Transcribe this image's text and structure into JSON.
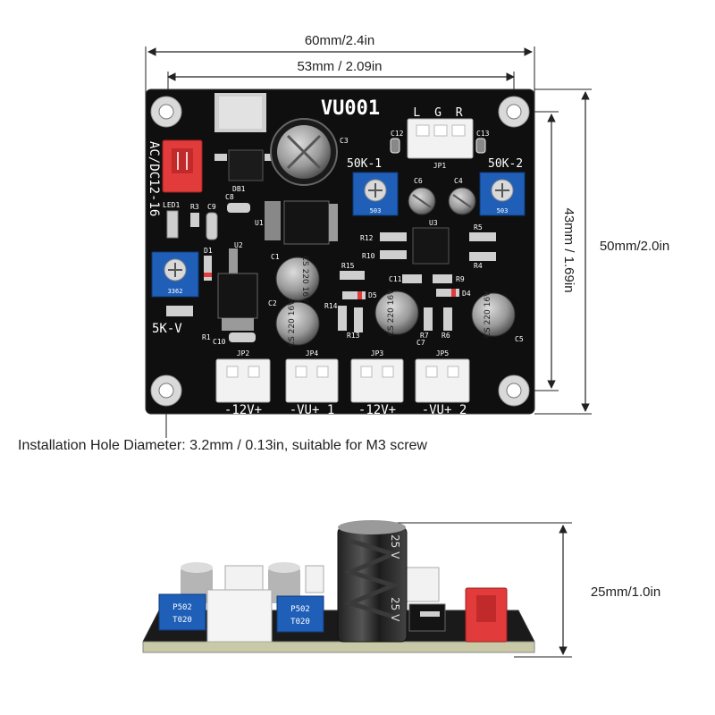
{
  "dimensions": {
    "width_outer": "60mm/2.4in",
    "width_holes": "53mm / 2.09in",
    "height_holes": "43mm / 1.69in",
    "height_outer": "50mm/2.0in",
    "depth": "25mm/1.0in"
  },
  "install_note": "Installation Hole Diameter: 3.2mm / 0.13in, suitable for M3 screw",
  "board": {
    "title": "VU001",
    "power_label": "AC/DC12-16",
    "pot_left": "50K-1",
    "pot_right": "50K-2",
    "pot_trim": "5K-V",
    "header_lgr": "L G R",
    "connectors": [
      "-12V+",
      "-VU+ 1",
      "-12V+",
      "-VU+ 2"
    ],
    "connector_ids": [
      "JP2",
      "JP4",
      "JP3",
      "JP5"
    ],
    "top_connector": "JP1",
    "cap_text": "CS 220 16V",
    "parts": [
      "C3",
      "C12",
      "C13",
      "DB1",
      "C8",
      "R3",
      "C9",
      "LED1",
      "U1",
      "C6",
      "C4",
      "U3",
      "R12",
      "R10",
      "R5",
      "R4",
      "R15",
      "C11",
      "R9",
      "D1",
      "U2",
      "C1",
      "C2",
      "R14",
      "D5",
      "D4",
      "R13",
      "R7",
      "R6",
      "C7",
      "C5",
      "R1",
      "C10"
    ],
    "trim_codes": [
      "3362",
      "503",
      "503"
    ]
  },
  "side_view": {
    "cap_text": "25 V",
    "pot_codes": [
      "P502",
      "T020"
    ]
  },
  "colors": {
    "pcb": "#111111",
    "connector_red": "#e23b3b",
    "pot_blue": "#1f5fb8",
    "header_white": "#f2f2f2"
  }
}
